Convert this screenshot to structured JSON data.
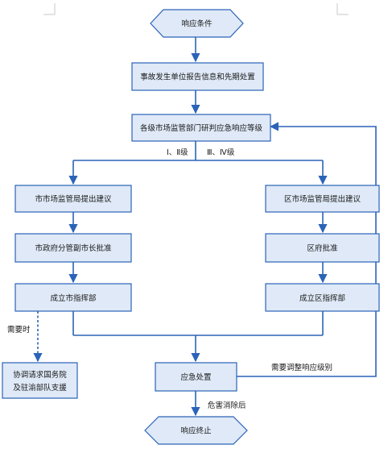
{
  "nodes": {
    "start": "响应条件",
    "report": "事故发生单位报告信息和先期处置",
    "assess": "各级市场监管部门研判应急响应等级",
    "city_propose": "市市场监管局提出建议",
    "district_propose": "区市场监管局提出建议",
    "city_approve": "市政府分管副市长批准",
    "district_approve": "区府批准",
    "city_command": "成立市指挥部",
    "district_command": "成立区指挥部",
    "support": [
      "协调请求国务院",
      "及驻渝部队支援"
    ],
    "handle": "应急处置",
    "end": "响应终止"
  },
  "labels": {
    "level_high": "Ⅰ、Ⅱ级",
    "level_low": "Ⅲ、Ⅳ级",
    "when_needed": "需要时",
    "adjust": "需要调整响应级别",
    "hazard_cleared": "危害消除后"
  }
}
